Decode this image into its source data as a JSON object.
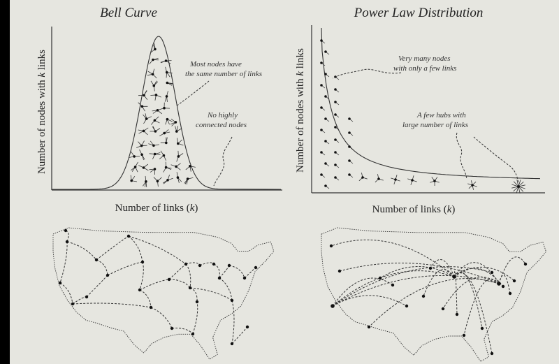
{
  "left_panel": {
    "title": "Bell Curve",
    "ylabel_pre": "Number of nodes with ",
    "ylabel_var": "k",
    "ylabel_post": " links",
    "xlabel_pre": "Number of links (",
    "xlabel_var": "k",
    "xlabel_post": ")",
    "annotation_1_line1": "Most nodes have",
    "annotation_1_line2": "the same number of links",
    "annotation_2_line1": "No highly",
    "annotation_2_line2": "connected nodes"
  },
  "right_panel": {
    "title": "Power Law Distribution",
    "ylabel_pre": "Number of nodes with ",
    "ylabel_var": "k",
    "ylabel_post": " links",
    "xlabel_pre": "Number of links (",
    "xlabel_var": "k",
    "xlabel_post": ")",
    "annotation_1_line1": "Very many nodes",
    "annotation_1_line2": "with only a few links",
    "annotation_2_line1": "A few hubs with",
    "annotation_2_line2": "large number of links"
  },
  "maps": {
    "left": "random-network-map",
    "right": "scale-free-network-map"
  }
}
